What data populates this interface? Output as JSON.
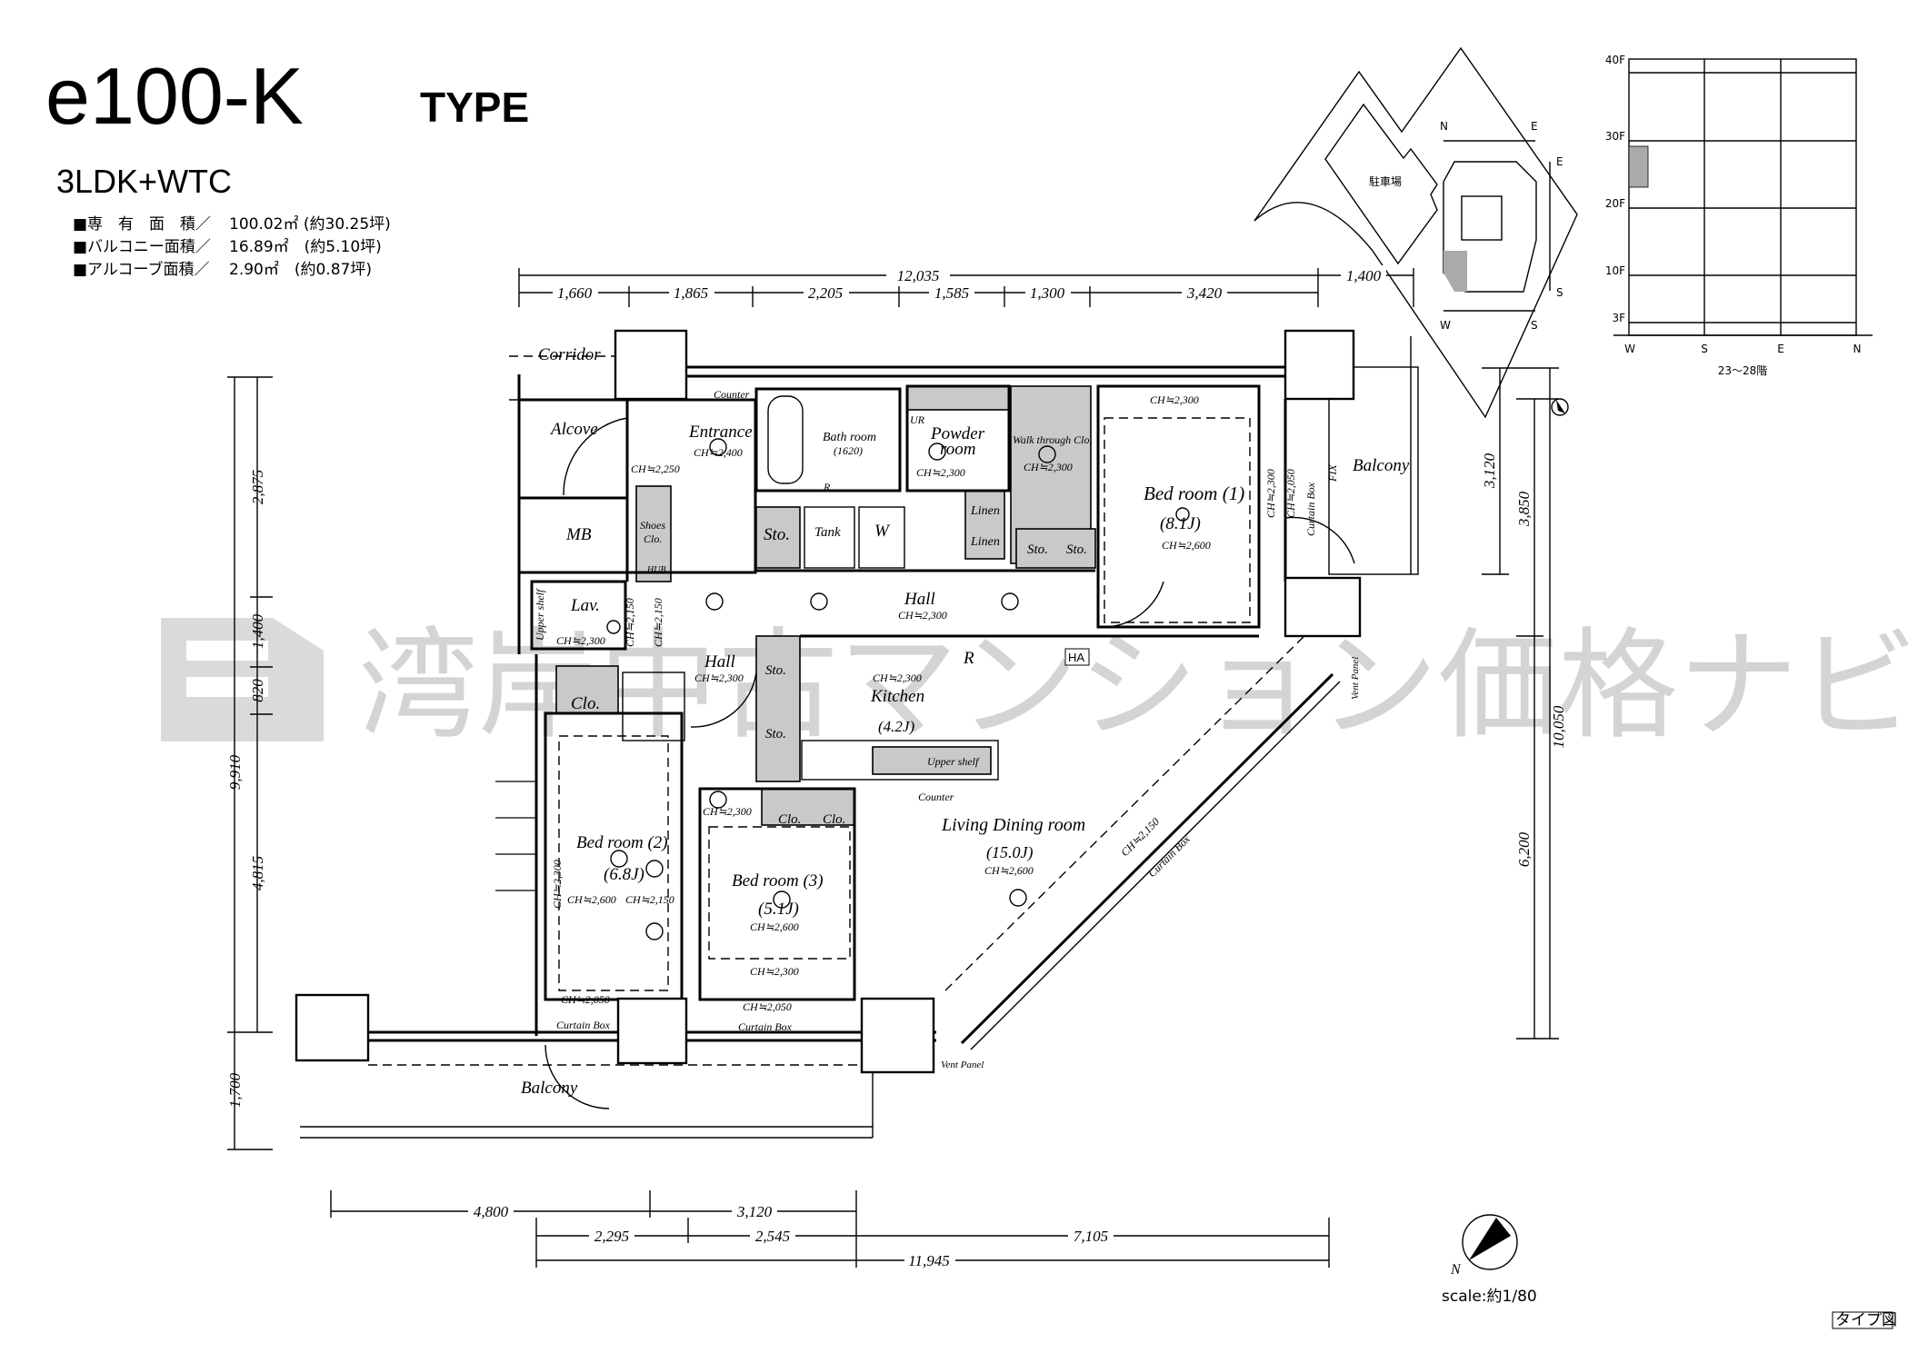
{
  "header": {
    "title": "e100-K",
    "title_suffix": "TYPE",
    "layout": "3LDK+WTC",
    "areas": [
      {
        "label": "■専　有　面　積／",
        "value": "100.02㎡ (約30.25坪)"
      },
      {
        "label": "■バルコニー面積／",
        "value": "16.89㎡　(約5.10坪)"
      },
      {
        "label": "■アルコーブ面積／",
        "value": "2.90㎡　(約0.87坪)"
      }
    ]
  },
  "rooms": {
    "corridor": "Corridor",
    "alcove": "Alcove",
    "mb": "MB",
    "entrance": "Entrance",
    "counter_top": "Counter",
    "bath": "Bath room",
    "bath_size": "(1620)",
    "powder": "Powder",
    "powder2": "room",
    "ur": "UR",
    "wtc": "Walk through Clo.",
    "bed1": "Bed room (1)",
    "bed1_size": "(8.1J)",
    "balcony_r": "Balcony",
    "sto1": "Sto.",
    "tank": "Tank",
    "w": "W",
    "r": "R",
    "linen1": "Linen",
    "linen2": "Linen",
    "sto2": "Sto.",
    "sto3": "Sto.",
    "shoes": "Shoes",
    "shoes2": "Clo.",
    "hub": "HUB",
    "hall1": "Hall",
    "lav": "Lav.",
    "upper_shelf1": "Upper shelf",
    "hall2": "Hall",
    "sto4": "Sto.",
    "sto5": "Sto.",
    "kitchen": "Kitchen",
    "kitchen_size": "(4.2J)",
    "kitchen_r": "R",
    "upper_shelf2": "Upper shelf",
    "counter": "Counter",
    "clo1": "Clo.",
    "clo2": "Clo.",
    "clo3": "Clo.",
    "ha": "HA",
    "ldr": "Living Dining room",
    "ldr_size": "(15.0J)",
    "bed2": "Bed room (2)",
    "bed2_size": "(6.8J)",
    "bed3": "Bed room (3)",
    "bed3_size": "(5.1J)",
    "balcony_b": "Balcony",
    "vent_panel1": "Vent Panel",
    "vent_panel2": "Vent Panel",
    "curtain_box_r": "Curtain Box",
    "curtain_box_d": "Curtain Box",
    "curtain_box_b1": "Curtain Box",
    "curtain_box_b2": "Curtain Box",
    "fix": "FIX"
  },
  "ceiling": {
    "alcove_ent": "CH≒2,250",
    "entrance": "CH≒2,400",
    "powder": "CH≒2,300",
    "wtc": "CH≒2,300",
    "bed1_top": "CH≒2,300",
    "bed1": "CH≒2,600",
    "bed1_side1": "CH≒2,300",
    "bed1_side2": "CH≒2,050",
    "hall1": "CH≒2,300",
    "lav": "CH≒2,300",
    "lav_v1": "CH≒2,150",
    "lav_v2": "CH≒2,150",
    "hall2": "CH≒2,300",
    "kitchen": "CH≒2,300",
    "connector": "CH≒2,300",
    "ldr": "CH≒2,600",
    "ldr_diag": "CH≒2,150",
    "bed2_v": "CH≒2,300",
    "bed2a": "CH≒2,600",
    "bed2b": "CH≒2,150",
    "bed3": "CH≒2,600",
    "bed3_low": "CH≒2,300",
    "bed2_cb": "CH≒2,050",
    "bed3_cb": "CH≒2,050"
  },
  "dimensions": {
    "top_total": "12,035",
    "top_right": "1,400",
    "top": [
      "1,660",
      "1,865",
      "2,205",
      "1,585",
      "1,300",
      "3,420"
    ],
    "left_total": "9,910",
    "left": [
      "2,875",
      "1,400",
      "820",
      "4,815"
    ],
    "left_bottom": "1,700",
    "right": [
      "3,120",
      "3,850",
      "10,050",
      "6,200"
    ],
    "bottom_row1": [
      "4,800",
      "3,120"
    ],
    "bottom_row2": [
      "2,295",
      "2,545",
      "7,105"
    ],
    "bottom_total": "11,945"
  },
  "key_map": {
    "parking": "駐車場",
    "dirs": [
      "N",
      "E",
      "E",
      "S",
      "W",
      "S"
    ]
  },
  "floor_chart": {
    "floors": [
      "40F",
      "30F",
      "20F",
      "10F",
      "3F"
    ],
    "sides": [
      "W",
      "S",
      "E",
      "N"
    ],
    "range_label": "23〜28階",
    "highlight_floors": [
      23,
      28
    ],
    "highlight_side": "W"
  },
  "footer": {
    "north": "N",
    "scale": "scale:約1/80",
    "type_badge": "タイプ図"
  },
  "watermark": "湾岸中古マンション価格ナビ"
}
